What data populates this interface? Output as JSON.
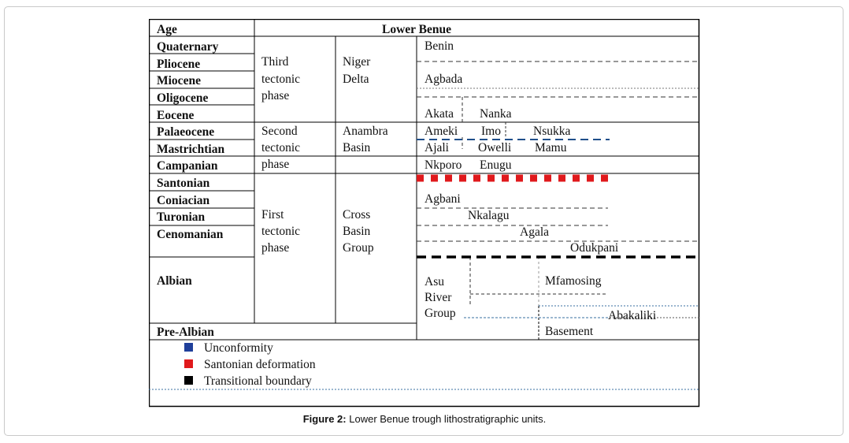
{
  "figure": {
    "header": {
      "age": "Age",
      "region": "Lower Benue"
    },
    "ages": [
      "Quaternary",
      "Pliocene",
      "Miocene",
      "Oligocene",
      "Eocene",
      "Palaeocene",
      "Mastrichtian",
      "Campanian",
      "Santonian",
      "Coniacian",
      "Turonian",
      "Cenomanian",
      "Albian",
      "Pre-Albian"
    ],
    "phases": [
      [
        "Third",
        "tectonic",
        "phase"
      ],
      [
        "Second",
        "tectonic",
        "phase"
      ],
      [
        "First",
        "tectonic",
        "phase"
      ]
    ],
    "basins": [
      [
        "Niger",
        "Delta"
      ],
      [
        "Anambra",
        "Basin"
      ],
      [
        "Cross",
        "Basin",
        "Group"
      ]
    ],
    "formations": {
      "benin": "Benin",
      "agbada": "Agbada",
      "akata": "Akata",
      "nanka": "Nanka",
      "ameki": "Ameki",
      "imo": "Imo",
      "nsukka": "Nsukka",
      "ajali": "Ajali",
      "owelli": "Owelli",
      "mamu": "Mamu",
      "nkporo": "Nkporo",
      "enugu": "Enugu",
      "agbani": "Agbani",
      "nkalagu": "Nkalagu",
      "agala": "Agala",
      "odukpani": "Odukpani",
      "asu_river_group": [
        "Asu",
        "River",
        "Group"
      ],
      "mfamosing": "Mfamosing",
      "abakaliki": "Abakaliki",
      "basement": "Basement"
    },
    "legend": [
      {
        "label": "Unconformity",
        "color": "#1f3f9a"
      },
      {
        "label": "Santonian deformation",
        "color": "#e0191c"
      },
      {
        "label": "Transitional boundary",
        "color": "#000000"
      }
    ]
  },
  "caption": {
    "label": "Figure 2:",
    "text": "Lower Benue trough lithostratigraphic units."
  }
}
